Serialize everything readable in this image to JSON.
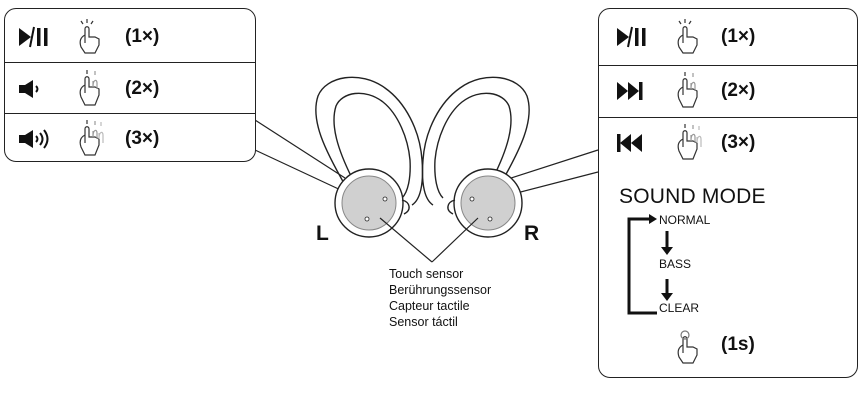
{
  "left_panel": {
    "rows": [
      {
        "action_icon": "play-pause-icon",
        "gesture_icon": "single-tap-hand-icon",
        "count": "(1×)"
      },
      {
        "action_icon": "volume-down-icon",
        "gesture_icon": "double-tap-hand-icon",
        "count": "(2×)"
      },
      {
        "action_icon": "volume-up-icon",
        "gesture_icon": "triple-tap-hand-icon",
        "count": "(3×)"
      }
    ]
  },
  "right_panel": {
    "rows": [
      {
        "action_icon": "play-pause-icon",
        "gesture_icon": "single-tap-hand-icon",
        "count": "(1×)"
      },
      {
        "action_icon": "skip-forward-icon",
        "gesture_icon": "double-tap-hand-icon",
        "count": "(2×)"
      },
      {
        "action_icon": "skip-back-icon",
        "gesture_icon": "triple-tap-hand-icon",
        "count": "(3×)"
      }
    ],
    "sound_mode": {
      "title": "SOUND MODE",
      "modes": [
        "NORMAL",
        "BASS",
        "CLEAR"
      ],
      "hold_icon": "press-hold-hand-icon",
      "hold_duration": "(1s)"
    }
  },
  "earbuds": {
    "left_label": "L",
    "right_label": "R"
  },
  "sensor_labels": [
    "Touch sensor",
    "Berührungssensor",
    "Capteur tactile",
    "Sensor táctil"
  ],
  "colors": {
    "outline": "#222222",
    "sensor_fill": "#d0d0d0"
  }
}
